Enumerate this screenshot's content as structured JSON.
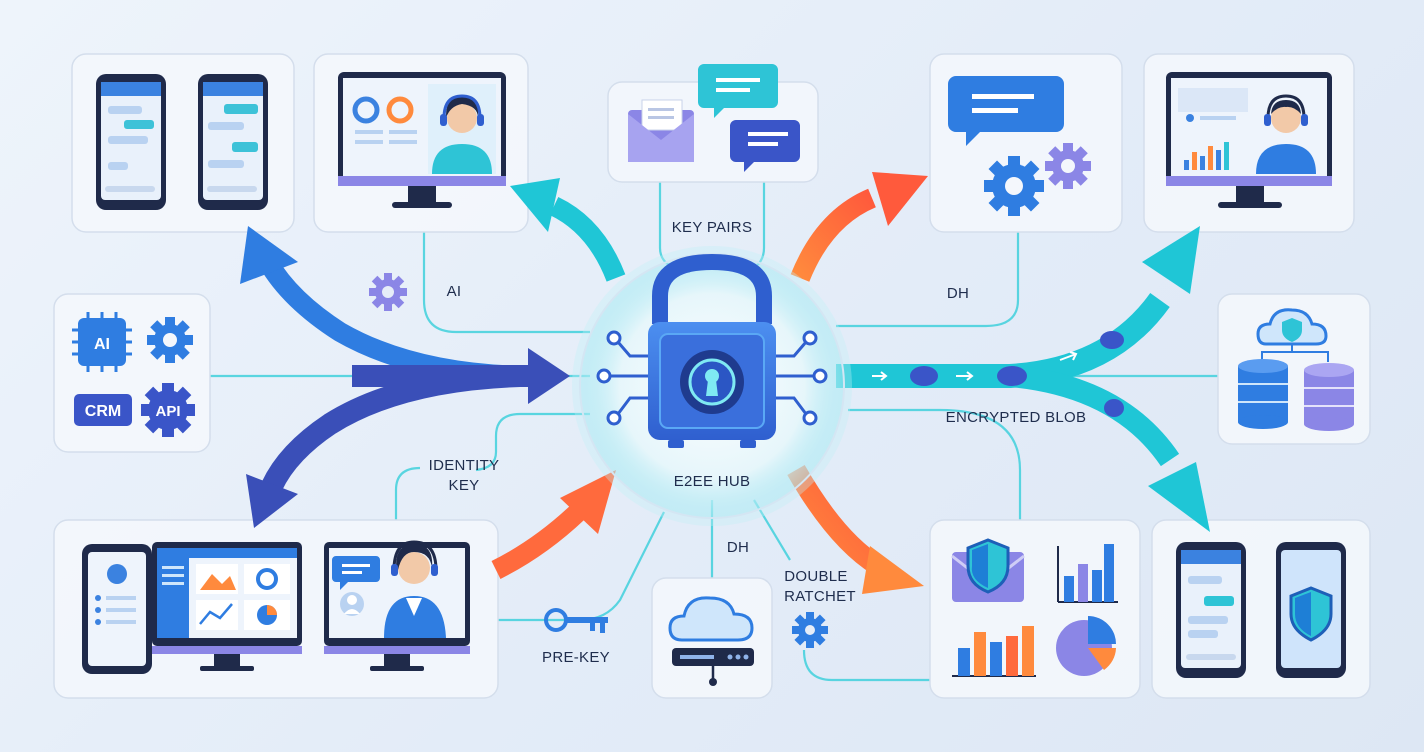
{
  "hub": {
    "label": "E2EE HUB"
  },
  "labels": {
    "key_pairs": "KEY PAIRS",
    "ai": "AI",
    "dh_top": "DH",
    "encrypted_blob": "ENCRYPTED BLOB",
    "identity_key_1": "IDENTITY",
    "identity_key_2": "KEY",
    "dh_bottom": "DH",
    "double_ratchet_1": "DOUBLE",
    "double_ratchet_2": "RATCHET",
    "pre_key": "PRE-KEY"
  },
  "integrations": {
    "ai": "AI",
    "crm": "CRM",
    "api": "API"
  },
  "colors": {
    "teal": "#1fc6d6",
    "blue": "#2f7de1",
    "navy": "#3a4fb8",
    "orange": "#ff6a3d",
    "purple": "#8b86e6",
    "hub_glow": "#7fe9f3"
  },
  "icons": [
    "padlock-icon",
    "gear-icon",
    "key-icon",
    "cloud-icon",
    "database-icon",
    "shield-icon",
    "envelope-icon",
    "chat-bubble-icon",
    "bar-chart-icon",
    "pie-chart-icon",
    "smartphone-icon",
    "monitor-icon",
    "headset-agent-icon",
    "server-icon"
  ]
}
